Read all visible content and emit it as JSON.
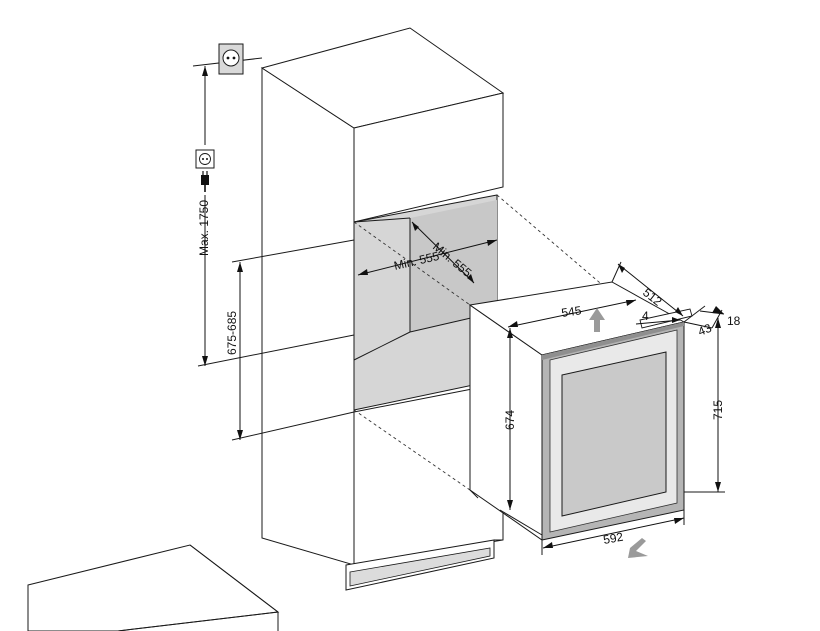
{
  "dimensions": {
    "max_height": "Max. 1750",
    "niche_height": "675-685",
    "niche_width": "Min. 555",
    "niche_depth": "Min. 555",
    "unit_width": "545",
    "unit_depth": "512",
    "unit_height": "674",
    "total_height": "715",
    "front_width": "592",
    "gap": "4",
    "door_depth": "43",
    "handle_depth": "18"
  },
  "icons": {
    "wall_socket": "wall-socket-icon",
    "socket": "socket-icon",
    "plug": "plug-icon",
    "airflow_top": "airflow-arrow-up-icon",
    "airflow_front": "airflow-arrow-front-icon"
  },
  "colors": {
    "line": "#1a1a1a",
    "niche_fill": "#d6d6d6",
    "door_frame": "#b5b5b5",
    "glass": "#c9c9c9",
    "arrow_fill": "#9a9a9a"
  }
}
